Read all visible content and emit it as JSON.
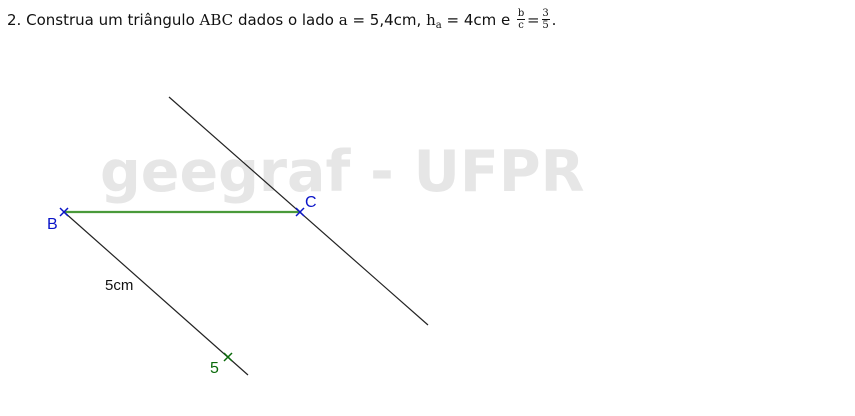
{
  "problem": {
    "number": "2.",
    "text_before": "Construa um triângulo",
    "triangle": "ABC",
    "text_mid1": "dados o lado",
    "side_var": "a",
    "side_value": "= 5,4cm,",
    "height_var": "h",
    "height_sub": "a",
    "height_value": "= 4cm e",
    "ratio_num": "b",
    "ratio_den": "c",
    "equals": "=",
    "value_num": "3",
    "value_den": "5",
    "end": "."
  },
  "watermark": "geegraf - UFPR",
  "figure": {
    "point_b": "B",
    "point_c": "C",
    "mark_label": "5",
    "length_label": "5cm"
  },
  "colors": {
    "segment_bc": "#4a9a3a",
    "points": "#0a14c8",
    "mark": "#0a6a0a",
    "lines": "#222222"
  }
}
